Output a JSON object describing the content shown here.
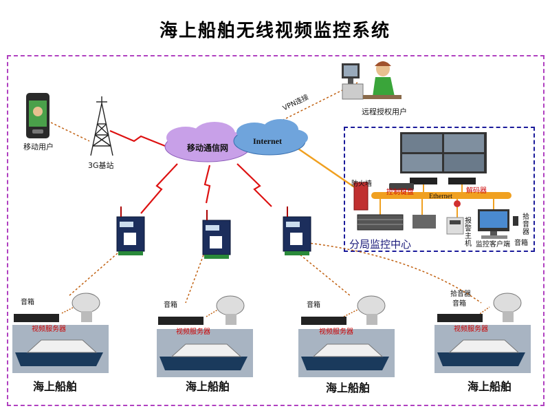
{
  "title": "海上船舶无线视频监控系统",
  "nodes": {
    "mobile_user": "移动用户",
    "base_station": "3G基站",
    "mobile_network": "移动通信网",
    "internet": "Internet",
    "vpn": "VPN连接",
    "remote_user": "远程授权用户",
    "firewall": "防火墙",
    "control_keyboard": "控制键盘",
    "decoder": "解码器",
    "ethernet": "Ethernet",
    "alarm_host": "报警主机",
    "monitor_client": "监控客户端",
    "pickup": "拾音器",
    "speaker": "音箱",
    "center": "分局监控中心"
  },
  "ships": [
    {
      "label": "海上船舶",
      "speaker": "音箱",
      "server": "视频服务器"
    },
    {
      "label": "海上船舶",
      "speaker": "音箱",
      "server": "视频服务器"
    },
    {
      "label": "海上船舶",
      "speaker": "音箱",
      "server": "视频服务器"
    },
    {
      "label": "海上船舶",
      "speaker": "拾音器",
      "speaker2": "音箱",
      "server": "视频服务器"
    }
  ],
  "colors": {
    "frame": "#b040c0",
    "center_frame": "#1a1a9a",
    "wireless": "#dd1111",
    "dotted_link": "#c06010",
    "ethernet_link": "#f0a020"
  }
}
